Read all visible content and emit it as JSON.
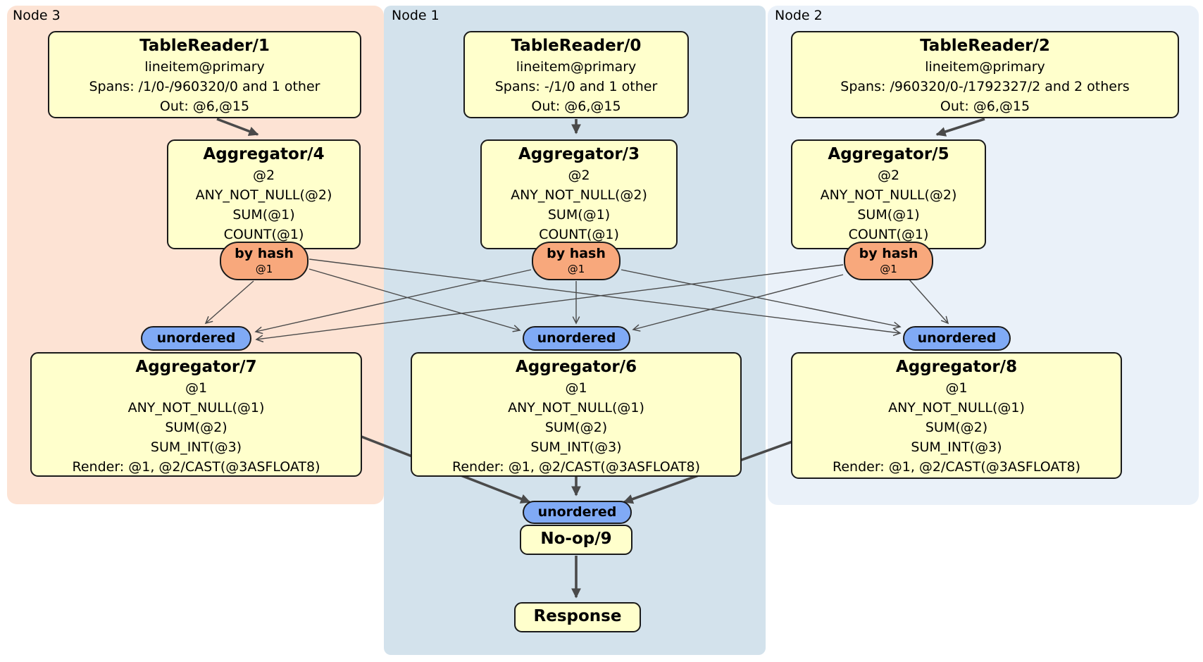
{
  "node3": {
    "label": "Node 3",
    "table_reader": {
      "title": "TableReader/1",
      "index": "lineitem@primary",
      "spans": "Spans: /1/0-/960320/0 and 1 other",
      "out": "Out: @6,@15"
    },
    "aggregator_top": {
      "title": "Aggregator/4",
      "group": "@2",
      "f1": "ANY_NOT_NULL(@2)",
      "f2": "SUM(@1)",
      "f3": "COUNT(@1)"
    },
    "router": {
      "label": "by hash",
      "key": "@1"
    },
    "stream": "unordered",
    "aggregator_bottom": {
      "title": "Aggregator/7",
      "group": "@1",
      "f1": "ANY_NOT_NULL(@1)",
      "f2": "SUM(@2)",
      "f3": "SUM_INT(@3)",
      "render": "Render: @1, @2/CAST(@3ASFLOAT8)"
    }
  },
  "node1": {
    "label": "Node 1",
    "table_reader": {
      "title": "TableReader/0",
      "index": "lineitem@primary",
      "spans": "Spans: -/1/0 and 1 other",
      "out": "Out: @6,@15"
    },
    "aggregator_top": {
      "title": "Aggregator/3",
      "group": "@2",
      "f1": "ANY_NOT_NULL(@2)",
      "f2": "SUM(@1)",
      "f3": "COUNT(@1)"
    },
    "router": {
      "label": "by hash",
      "key": "@1"
    },
    "stream": "unordered",
    "aggregator_bottom": {
      "title": "Aggregator/6",
      "group": "@1",
      "f1": "ANY_NOT_NULL(@1)",
      "f2": "SUM(@2)",
      "f3": "SUM_INT(@3)",
      "render": "Render: @1, @2/CAST(@3ASFLOAT8)"
    },
    "final_stream": "unordered",
    "noop": "No-op/9",
    "response": "Response"
  },
  "node2": {
    "label": "Node 2",
    "table_reader": {
      "title": "TableReader/2",
      "index": "lineitem@primary",
      "spans": "Spans: /960320/0-/1792327/2 and 2 others",
      "out": "Out: @6,@15"
    },
    "aggregator_top": {
      "title": "Aggregator/5",
      "group": "@2",
      "f1": "ANY_NOT_NULL(@2)",
      "f2": "SUM(@1)",
      "f3": "COUNT(@1)"
    },
    "router": {
      "label": "by hash",
      "key": "@1"
    },
    "stream": "unordered",
    "aggregator_bottom": {
      "title": "Aggregator/8",
      "group": "@1",
      "f1": "ANY_NOT_NULL(@1)",
      "f2": "SUM(@2)",
      "f3": "SUM_INT(@3)",
      "render": "Render: @1, @2/CAST(@3ASFLOAT8)"
    }
  },
  "colors": {
    "node3_bg": "#fde3d4",
    "node1_bg": "#d3e2ec",
    "node2_bg": "#eaf1f9",
    "box_bg": "#ffffcc",
    "router_bg": "#f8a87c",
    "stream_bg": "#80aaf5",
    "edge": "#4a4a4a"
  }
}
